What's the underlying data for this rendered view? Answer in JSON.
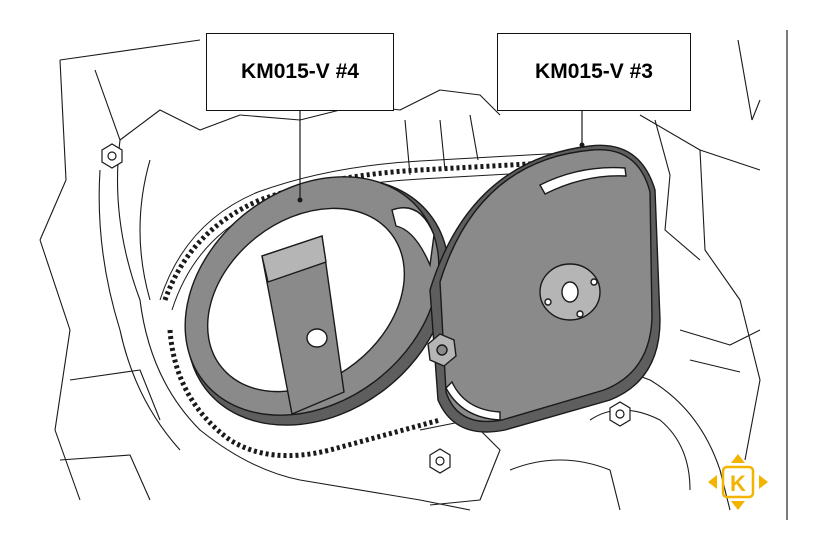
{
  "labels": {
    "tool_a": "KM015-V #4",
    "tool_b": "KM015-V #3"
  },
  "logo": {
    "letter": "K",
    "caption": "",
    "color": "#f2b400"
  },
  "colors": {
    "line": "#1a1a1a",
    "tool_fill": "#8a8a8a",
    "tool_light": "#b5b5b5",
    "tool_dark": "#5e5e5e",
    "background": "#ffffff"
  }
}
